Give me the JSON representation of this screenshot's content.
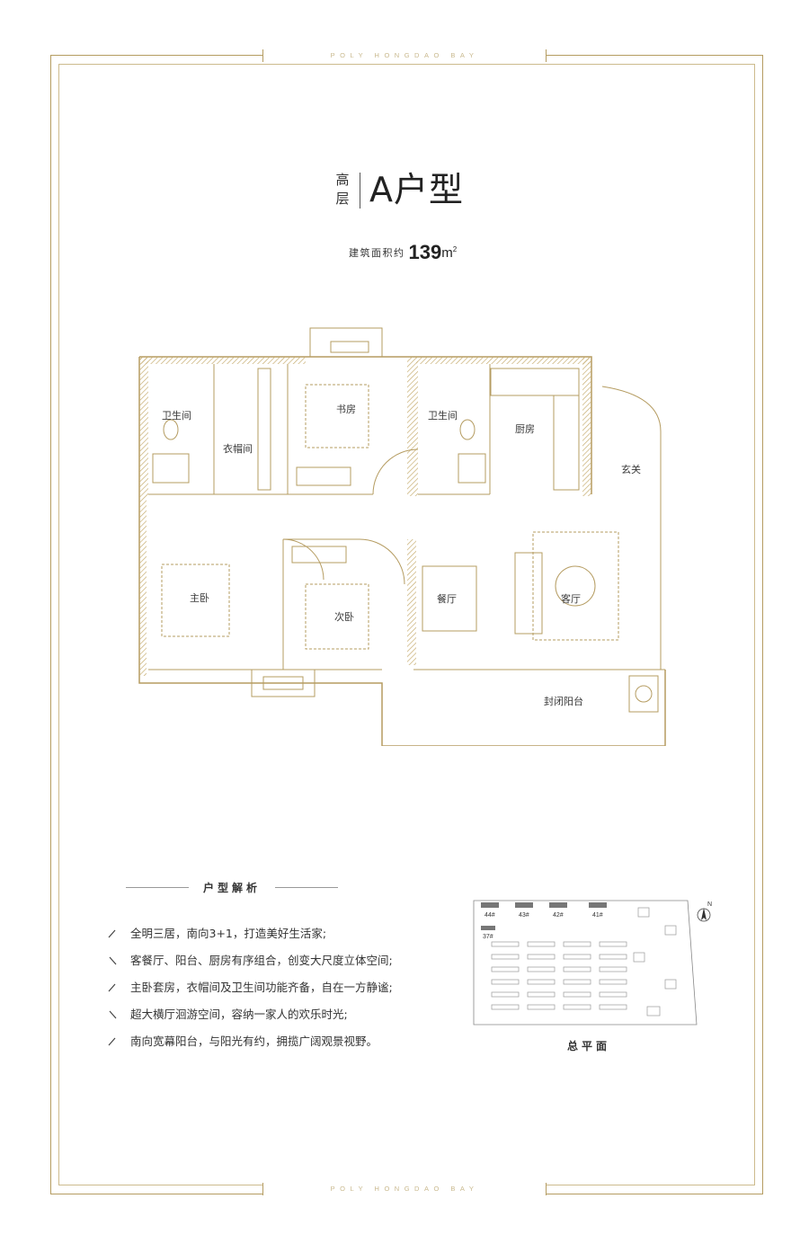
{
  "brand_text": "POLY HONGDAO BAY",
  "title": {
    "prefix": "高层",
    "main": "A户型"
  },
  "area": {
    "label": "建筑面积约",
    "value": "139",
    "unit": "m",
    "unit_sup": "2"
  },
  "rooms": {
    "bath_left": "卫生间",
    "closet": "衣帽间",
    "study": "书房",
    "bath_mid": "卫生间",
    "kitchen": "厨房",
    "foyer": "玄关",
    "master": "主卧",
    "second": "次卧",
    "dining": "餐厅",
    "living": "客厅",
    "balcony": "封闭阳台"
  },
  "analysis": {
    "heading": "户型解析",
    "items": [
      "全明三居，南向3+1，打造美好生活家;",
      "客餐厅、阳台、厨房有序组合，创变大尺度立体空间;",
      "主卧套房，衣帽间及卫生间功能齐备，自在一方静谧;",
      "超大横厅洄游空间，容纳一家人的欢乐时光;",
      "南向宽幕阳台，与阳光有约，拥揽广阔观景视野。"
    ]
  },
  "site_plan": {
    "caption": "总平面",
    "north": "N",
    "buildings": [
      "44#",
      "43#",
      "42#",
      "41#",
      "37#"
    ]
  },
  "colors": {
    "gold": "#b59c61",
    "gold_light": "#cdbb8d",
    "wall_hatch": "#c7ae72",
    "text": "#333333"
  }
}
